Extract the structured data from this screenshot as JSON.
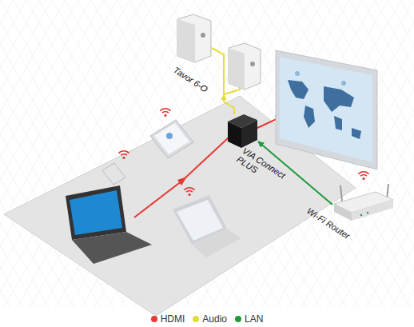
{
  "diagram": {
    "nodes": [
      {
        "text": [
          "Tavor 6-O"
        ]
      },
      {
        "text": [
          "VIA Connect PLUS"
        ]
      },
      {
        "text": [
          "Wi-Fi Router"
        ]
      }
    ],
    "edges": [
      {
        "from": 1,
        "to": 0,
        "arrow": "to"
      },
      {
        "from": 2,
        "to": 1,
        "arrow": "to"
      }
    ],
    "legend": [
      {
        "text": "HDMI",
        "color": "#e53935"
      },
      {
        "text": "Audio",
        "color": "#e6dc3a"
      },
      {
        "text": "LAN",
        "color": "#1e9a3c"
      }
    ]
  }
}
